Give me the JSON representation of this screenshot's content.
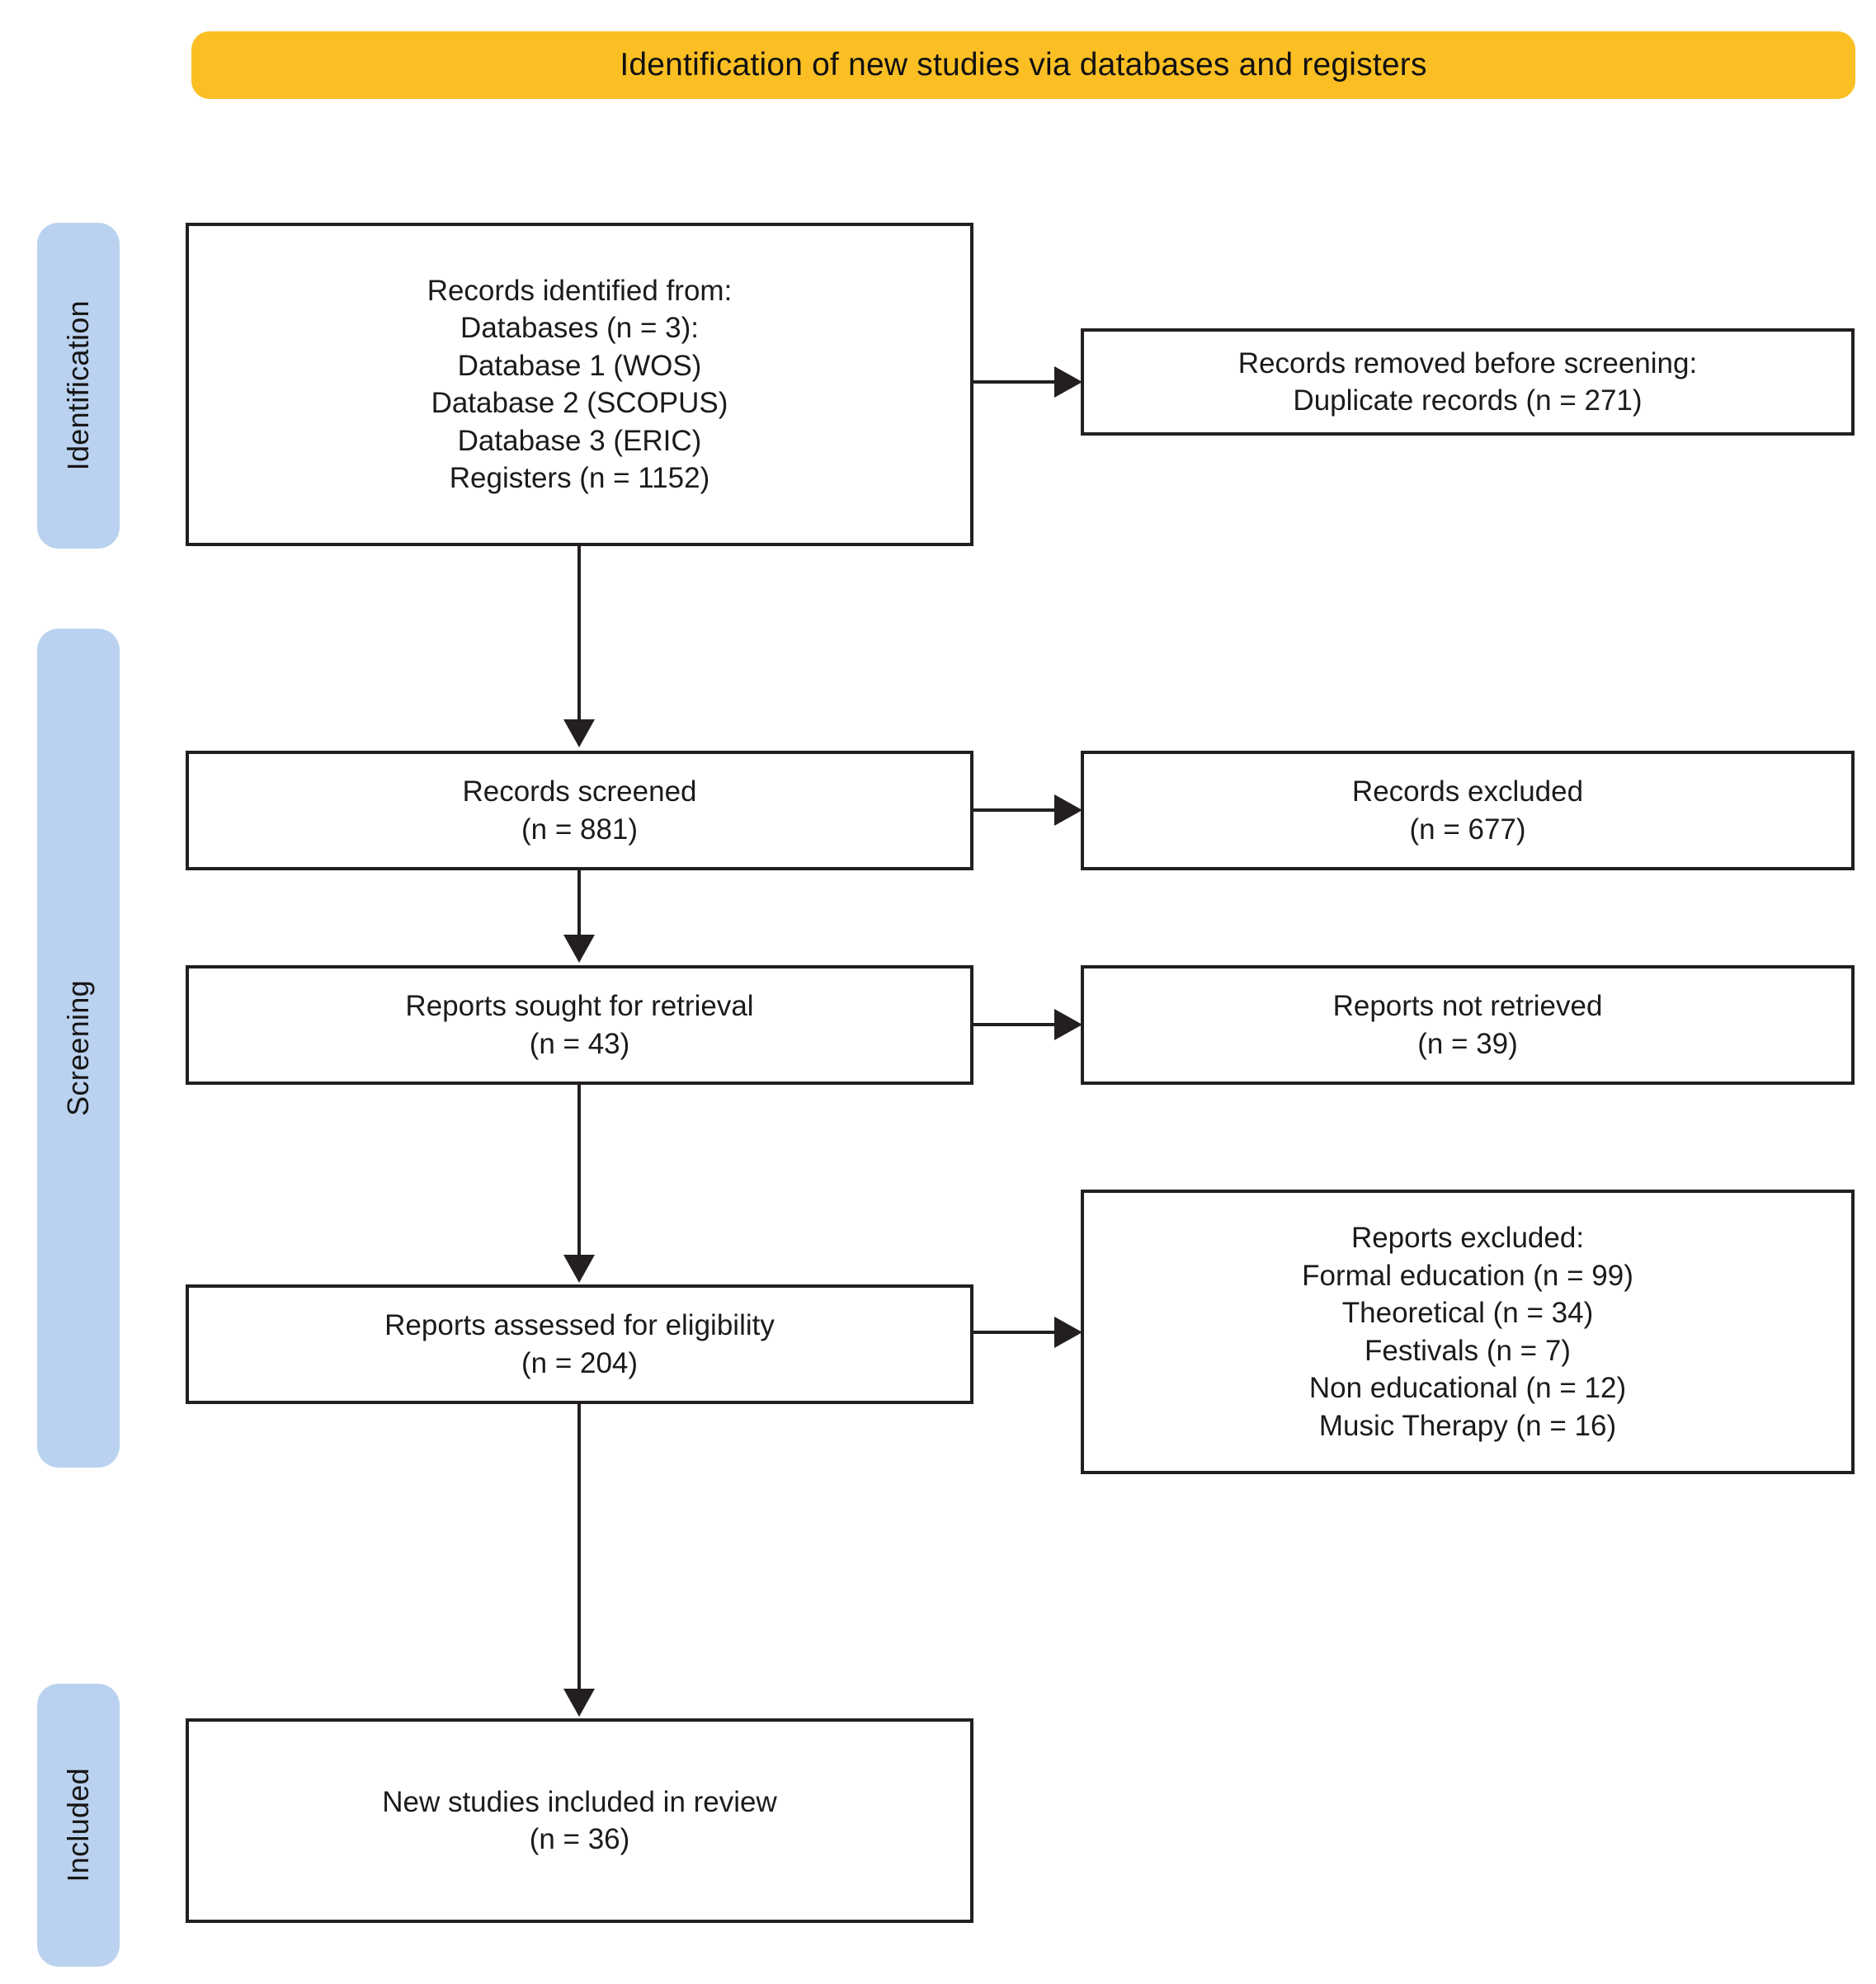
{
  "banner": {
    "title": "Identification of new studies via databases and registers",
    "color": "#fbbf24"
  },
  "stages": {
    "color": "#bad2ef",
    "identification": "Identification",
    "screening": "Screening",
    "included": "Included"
  },
  "boxes": {
    "identified": {
      "lines": [
        "Records identified from:",
        "Databases (n = 3):",
        "Database 1 (WOS)",
        "Database 2 (SCOPUS)",
        "Database 3 (ERIC)",
        "Registers (n = 1152)"
      ]
    },
    "removed": {
      "lines": [
        "Records removed before screening:",
        "Duplicate records (n = 271)"
      ]
    },
    "screened": {
      "lines": [
        "Records screened",
        "(n = 881)"
      ]
    },
    "excluded_records": {
      "lines": [
        "Records excluded",
        "(n = 677)"
      ]
    },
    "sought": {
      "lines": [
        "Reports sought for retrieval",
        "(n = 43)"
      ]
    },
    "not_retrieved": {
      "lines": [
        "Reports not retrieved",
        "(n = 39)"
      ]
    },
    "assessed": {
      "lines": [
        "Reports assessed for eligibility",
        "(n = 204)"
      ]
    },
    "reports_excluded": {
      "lines": [
        "Reports excluded:",
        "Formal  education (n =  99)",
        "Theoretical (n =  34)",
        "Festivals (n =  7)",
        "Non  educational (n =  12)",
        "Music  Therapy (n =  16)"
      ]
    },
    "included": {
      "lines": [
        "New studies included in review",
        "(n = 36)"
      ]
    }
  },
  "chart_data": {
    "type": "table",
    "title": "PRISMA 2020 flow diagram for new systematic reviews which included searches of databases and registers only",
    "stages": [
      "Identification",
      "Screening",
      "Included"
    ],
    "nodes": [
      {
        "id": "identified",
        "stage": "Identification",
        "label": "Records identified from databases and registers",
        "databases_count": 3,
        "databases": [
          "WOS",
          "SCOPUS",
          "ERIC"
        ],
        "registers_n": 1152
      },
      {
        "id": "removed",
        "stage": "Identification",
        "label": "Records removed before screening: Duplicate records",
        "n": 271
      },
      {
        "id": "screened",
        "stage": "Screening",
        "label": "Records screened",
        "n": 881
      },
      {
        "id": "excluded_records",
        "stage": "Screening",
        "label": "Records excluded",
        "n": 677
      },
      {
        "id": "sought",
        "stage": "Screening",
        "label": "Reports sought for retrieval",
        "n": 43
      },
      {
        "id": "not_retrieved",
        "stage": "Screening",
        "label": "Reports not retrieved",
        "n": 39
      },
      {
        "id": "assessed",
        "stage": "Screening",
        "label": "Reports assessed for eligibility",
        "n": 204
      },
      {
        "id": "reports_excluded",
        "stage": "Screening",
        "label": "Reports excluded",
        "reasons": [
          {
            "reason": "Formal education",
            "n": 99
          },
          {
            "reason": "Theoretical",
            "n": 34
          },
          {
            "reason": "Festivals",
            "n": 7
          },
          {
            "reason": "Non educational",
            "n": 12
          },
          {
            "reason": "Music Therapy",
            "n": 16
          }
        ]
      },
      {
        "id": "included",
        "stage": "Included",
        "label": "New studies included in review",
        "n": 36
      }
    ],
    "edges": [
      {
        "from": "identified",
        "to": "removed",
        "direction": "right"
      },
      {
        "from": "identified",
        "to": "screened",
        "direction": "down"
      },
      {
        "from": "screened",
        "to": "excluded_records",
        "direction": "right"
      },
      {
        "from": "screened",
        "to": "sought",
        "direction": "down"
      },
      {
        "from": "sought",
        "to": "not_retrieved",
        "direction": "right"
      },
      {
        "from": "sought",
        "to": "assessed",
        "direction": "down"
      },
      {
        "from": "assessed",
        "to": "reports_excluded",
        "direction": "right"
      },
      {
        "from": "assessed",
        "to": "included",
        "direction": "down"
      }
    ]
  }
}
